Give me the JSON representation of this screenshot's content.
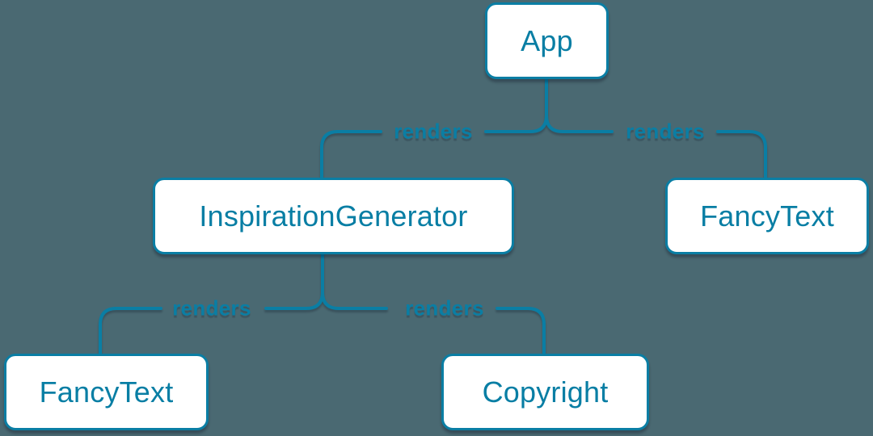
{
  "canvas": {
    "background_color": "#4a6972",
    "accent_color": "#0a7ea4",
    "node_text_color": "#087ea4",
    "node_fill_color": "#ffffff"
  },
  "diagram": {
    "type": "render-tree",
    "nodes": [
      {
        "id": "app",
        "label": "App"
      },
      {
        "id": "inspiration-generator",
        "label": "InspirationGenerator"
      },
      {
        "id": "fancy-text-top",
        "label": "FancyText"
      },
      {
        "id": "fancy-text-bottom",
        "label": "FancyText"
      },
      {
        "id": "copyright",
        "label": "Copyright"
      }
    ],
    "edges": [
      {
        "from": "App",
        "to": "InspirationGenerator",
        "label": "renders"
      },
      {
        "from": "App",
        "to": "FancyText",
        "label": "renders"
      },
      {
        "from": "InspirationGenerator",
        "to": "FancyText",
        "label": "renders"
      },
      {
        "from": "InspirationGenerator",
        "to": "Copyright",
        "label": "renders"
      }
    ]
  }
}
